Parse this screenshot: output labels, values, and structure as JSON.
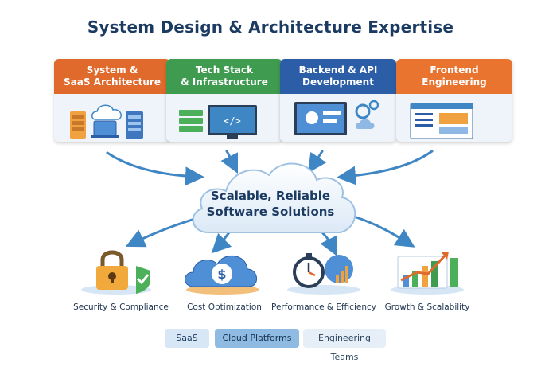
{
  "title": "System Design & Architecture Expertise",
  "cards": [
    {
      "line1": "System &",
      "line2": "SaaS Architecture",
      "color": "#e06a2c"
    },
    {
      "line1": "Tech Stack",
      "line2": "& Infrastructure",
      "color": "#3f9b50"
    },
    {
      "line1": "Backend & API",
      "line2": "Development",
      "color": "#2c5ea8"
    },
    {
      "line1": "Frontend",
      "line2": "Engineering",
      "color": "#e9742f"
    }
  ],
  "center": {
    "line1": "Scalable, Reliable",
    "line2": "Software Solutions"
  },
  "outcomes": [
    {
      "label": "Security & Compliance",
      "icon": "padlock-shield-icon"
    },
    {
      "label": "Cost Optimization",
      "icon": "cloud-dollar-icon"
    },
    {
      "label": "Performance & Efficiency",
      "icon": "stopwatch-gauge-icon"
    },
    {
      "label": "Growth & Scalability",
      "icon": "growth-chart-icon"
    }
  ],
  "tags": [
    "SaaS",
    "Cloud Platforms",
    "Engineering Teams"
  ],
  "colors": {
    "arrow": "#3f86c4",
    "title": "#1c3b63"
  }
}
